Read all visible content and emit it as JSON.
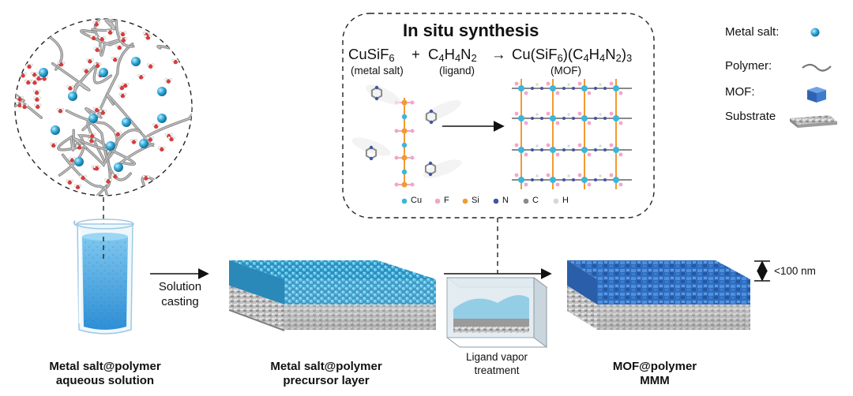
{
  "synthesis": {
    "title": "In situ synthesis",
    "metal_salt_formula": "CuSiF",
    "metal_salt_sub": "6",
    "plus": "+",
    "ligand_formula_parts": [
      "C",
      "4",
      "H",
      "4",
      "N",
      "2"
    ],
    "arrow": "→",
    "mof_formula_parts": [
      "Cu(SiF",
      "6",
      ")(C",
      "4",
      "H",
      "4",
      "N",
      "2",
      ")",
      "3"
    ],
    "metal_salt_label": "(metal salt)",
    "ligand_label": "(ligand)",
    "mof_label": "(MOF)",
    "element_legend": [
      {
        "symbol": "Cu",
        "color": "#3bb6dc"
      },
      {
        "symbol": "F",
        "color": "#f2a6c8"
      },
      {
        "symbol": "Si",
        "color": "#f19a33"
      },
      {
        "symbol": "N",
        "color": "#3d56a8"
      },
      {
        "symbol": "C",
        "color": "#8a8a8a"
      },
      {
        "symbol": "H",
        "color": "#d6d6d6"
      }
    ]
  },
  "legend": {
    "metal_salt": "Metal salt:",
    "polymer": "Polymer:",
    "mof": "MOF:",
    "substrate": "Substrate"
  },
  "steps": {
    "solution_casting_line1": "Solution",
    "solution_casting_line2": "casting",
    "ligand_vapor_line1": "Ligand vapor",
    "ligand_vapor_line2": "treatment",
    "thickness": "<100 nm"
  },
  "captions": {
    "solution_line1": "Metal salt@polymer",
    "solution_line2": "aqueous solution",
    "precursor_line1": "Metal salt@polymer",
    "precursor_line2": "precursor layer",
    "mmm_line1": "MOF@polymer",
    "mmm_line2": "MMM"
  },
  "colors": {
    "metal_salt_blue": "#2fa8d8",
    "mof_blue": "#2f6fc4",
    "substrate_grey": "#b5b5b5",
    "polymer_grey": "#8c8c8c",
    "water_red": "#d83c3c"
  }
}
